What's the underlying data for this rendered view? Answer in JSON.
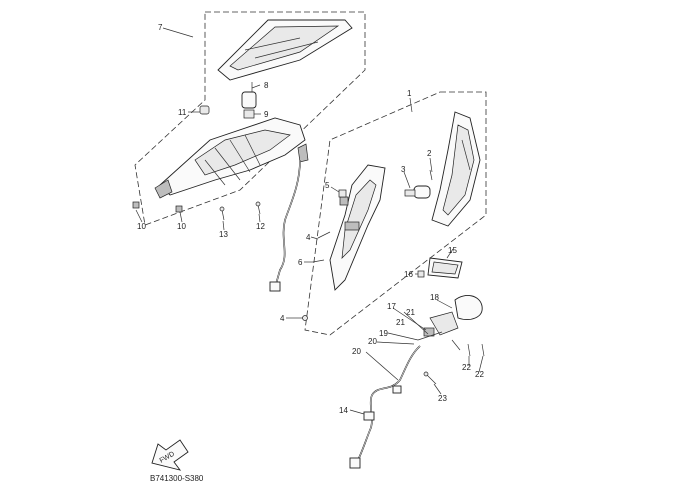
{
  "callouts": {
    "c1": "1",
    "c2": "2",
    "c3": "3",
    "c4a": "4",
    "c4b": "4",
    "c5": "5",
    "c6": "6",
    "c7": "7",
    "c8": "8",
    "c9": "9",
    "c10a": "10",
    "c10b": "10",
    "c11": "11",
    "c12": "12",
    "c13": "13",
    "c14": "14",
    "c15": "15",
    "c16": "16",
    "c17": "17",
    "c18": "18",
    "c19": "19",
    "c20a": "20",
    "c20b": "20",
    "c21a": "21",
    "c21b": "21",
    "c22a": "22",
    "c22b": "22",
    "c23": "23"
  },
  "diagram_code": "B741300-S380",
  "fwd_label": "FWD"
}
